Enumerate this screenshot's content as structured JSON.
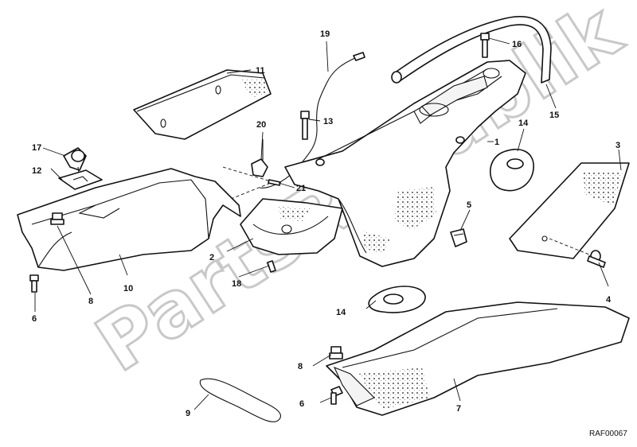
{
  "watermark": "PartsRepublik",
  "drawing_code": "RAF00067",
  "callouts": {
    "c1": "1",
    "c2": "2",
    "c3": "3",
    "c4_right": "4",
    "c5": "5",
    "c6_left": "6",
    "c6_bottom": "6",
    "c7": "7",
    "c8_left": "8",
    "c8_bottom": "8",
    "c9": "9",
    "c10": "10",
    "c11": "11",
    "c12": "12",
    "c13": "13",
    "c14_top": "14",
    "c14_mid": "14",
    "c15": "15",
    "c16": "16",
    "c17": "17",
    "c18": "18",
    "c19": "19",
    "c20": "20",
    "c21": "21"
  }
}
